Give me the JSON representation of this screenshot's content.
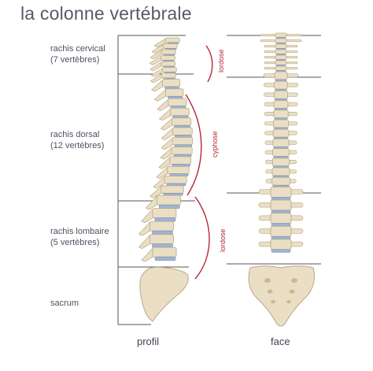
{
  "title": "la colonne vertébrale",
  "regions": [
    {
      "name": "rachis cervical",
      "count": "(7 vertèbres)"
    },
    {
      "name": "rachis dorsal",
      "count": "(12 vertèbres)"
    },
    {
      "name": "rachis lombaire",
      "count": "(5 vertèbres)"
    },
    {
      "name": "sacrum",
      "count": ""
    }
  ],
  "curves": [
    "lordose",
    "cyphose",
    "lordose"
  ],
  "views": {
    "profile": "profil",
    "front": "face"
  },
  "colors": {
    "bone": "#eadfc4",
    "bone_stroke": "#b9a888",
    "disc": "#9fb4d2",
    "disc_stroke": "#6f88b0",
    "curve": "#b5283a",
    "line": "#555555"
  }
}
